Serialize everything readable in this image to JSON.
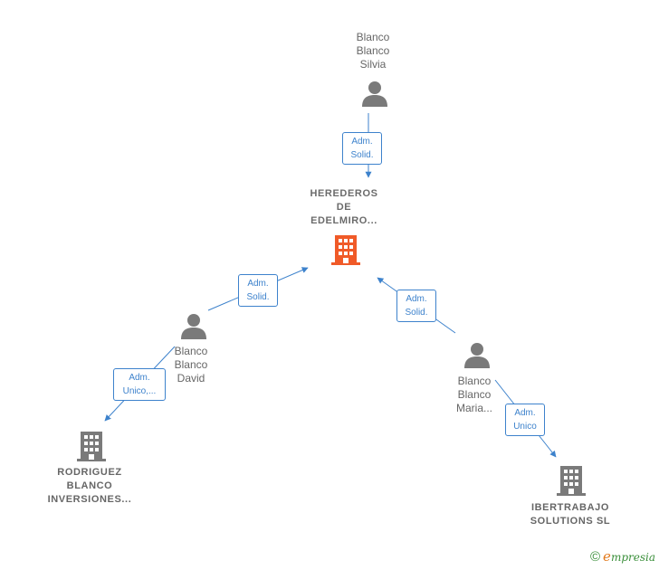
{
  "nodes": {
    "silvia": {
      "lines": [
        "Blanco",
        "Blanco",
        "Silvia"
      ],
      "kind": "person"
    },
    "herederos": {
      "lines": [
        "HEREDEROS",
        "DE",
        "EDELMIRO..."
      ],
      "kind": "company-main"
    },
    "david": {
      "lines": [
        "Blanco",
        "Blanco",
        "David"
      ],
      "kind": "person"
    },
    "maria": {
      "lines": [
        "Blanco",
        "Blanco",
        "Maria..."
      ],
      "kind": "person"
    },
    "rodriguez": {
      "lines": [
        "RODRIGUEZ",
        "BLANCO",
        "INVERSIONES..."
      ],
      "kind": "company"
    },
    "ibertrabajo": {
      "lines": [
        "IBERTRABAJO",
        "SOLUTIONS SL"
      ],
      "kind": "company"
    }
  },
  "roles": {
    "silvia_herederos": [
      "Adm.",
      "Solid."
    ],
    "david_herederos": [
      "Adm.",
      "Solid."
    ],
    "maria_herederos": [
      "Adm.",
      "Solid."
    ],
    "david_rodriguez": [
      "Adm.",
      "Unico,..."
    ],
    "maria_ibertrabajo": [
      "Adm.",
      "Unico"
    ]
  },
  "colors": {
    "edge": "#3d82cc",
    "person_icon": "#7a7a7a",
    "company_icon": "#7a7a7a",
    "main_company_icon": "#f05a28",
    "label": "#666666"
  },
  "icons": {
    "person": "person-icon",
    "company": "building-icon"
  },
  "footer": {
    "copyright": "©",
    "brand_first": "e",
    "brand_rest": "mpresia"
  }
}
